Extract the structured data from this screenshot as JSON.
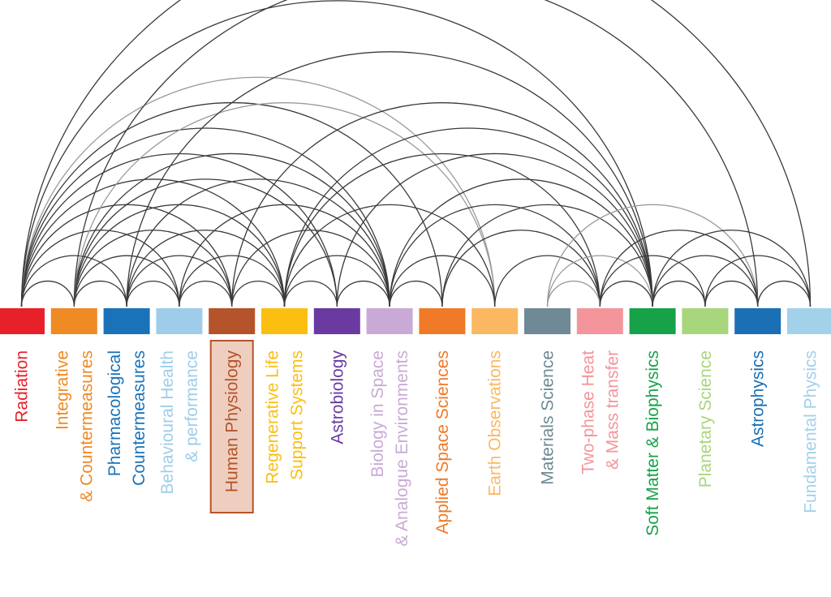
{
  "nodes": [
    {
      "id": "radiation",
      "lines": [
        "Radiation"
      ],
      "color": "#e8202a"
    },
    {
      "id": "integrative",
      "lines": [
        "Integrative",
        "& Countermeasures"
      ],
      "color": "#f08a24"
    },
    {
      "id": "pharmacological",
      "lines": [
        "Pharmacological",
        "Countermeasures"
      ],
      "color": "#1a73b8"
    },
    {
      "id": "behavioural",
      "lines": [
        "Behavioural Health",
        "& performance"
      ],
      "color": "#9fcde9"
    },
    {
      "id": "human-physiology",
      "lines": [
        "Human Physiology"
      ],
      "color": "#b5532a",
      "highlighted": true
    },
    {
      "id": "regenerative",
      "lines": [
        "Regenerative Life",
        "Support Systems"
      ],
      "color": "#fbbf12"
    },
    {
      "id": "astrobiology",
      "lines": [
        "Astrobiology"
      ],
      "color": "#6a3aa0"
    },
    {
      "id": "biology-space",
      "lines": [
        "Biology in Space",
        "& Analogue Environments"
      ],
      "color": "#c9aad6"
    },
    {
      "id": "applied-space",
      "lines": [
        "Applied Space Sciences"
      ],
      "color": "#f07a28"
    },
    {
      "id": "earth-obs",
      "lines": [
        "Earth Observations"
      ],
      "color": "#fbb861"
    },
    {
      "id": "materials",
      "lines": [
        "Materials Science"
      ],
      "color": "#6f8a96"
    },
    {
      "id": "two-phase",
      "lines": [
        "Two-phase Heat",
        "& Mass transfer"
      ],
      "color": "#f3959a"
    },
    {
      "id": "soft-matter",
      "lines": [
        "Soft Matter & Biophysics"
      ],
      "color": "#17a24a"
    },
    {
      "id": "planetary",
      "lines": [
        "Planetary Science"
      ],
      "color": "#a8d67c"
    },
    {
      "id": "astrophysics",
      "lines": [
        "Astrophysics"
      ],
      "color": "#1a6fb5"
    },
    {
      "id": "fundamental",
      "lines": [
        "Fundamental Physics"
      ],
      "color": "#a3d1ea"
    }
  ],
  "highlight_fill": "#eecfbf",
  "highlight_stroke": "#b5532a",
  "edges": [
    [
      0,
      1,
      "d"
    ],
    [
      0,
      2,
      "d"
    ],
    [
      0,
      3,
      "d"
    ],
    [
      0,
      4,
      "d"
    ],
    [
      0,
      5,
      "d"
    ],
    [
      0,
      6,
      "d"
    ],
    [
      0,
      7,
      "d"
    ],
    [
      0,
      8,
      "d"
    ],
    [
      0,
      9,
      "l"
    ],
    [
      0,
      12,
      "d"
    ],
    [
      0,
      15,
      "d"
    ],
    [
      1,
      2,
      "d"
    ],
    [
      1,
      3,
      "d"
    ],
    [
      1,
      4,
      "d"
    ],
    [
      1,
      5,
      "d"
    ],
    [
      1,
      6,
      "d"
    ],
    [
      1,
      7,
      "d"
    ],
    [
      1,
      9,
      "l"
    ],
    [
      1,
      14,
      "d"
    ],
    [
      2,
      3,
      "d"
    ],
    [
      2,
      4,
      "d"
    ],
    [
      2,
      5,
      "d"
    ],
    [
      2,
      7,
      "d"
    ],
    [
      2,
      12,
      "d"
    ],
    [
      3,
      4,
      "d"
    ],
    [
      3,
      5,
      "d"
    ],
    [
      3,
      7,
      "d"
    ],
    [
      4,
      5,
      "d"
    ],
    [
      4,
      7,
      "d"
    ],
    [
      4,
      12,
      "d"
    ],
    [
      5,
      6,
      "d"
    ],
    [
      5,
      7,
      "d"
    ],
    [
      5,
      9,
      "d"
    ],
    [
      5,
      11,
      "d"
    ],
    [
      5,
      12,
      "d"
    ],
    [
      6,
      7,
      "d"
    ],
    [
      6,
      12,
      "d"
    ],
    [
      7,
      8,
      "d"
    ],
    [
      7,
      9,
      "d"
    ],
    [
      7,
      11,
      "d"
    ],
    [
      7,
      12,
      "d"
    ],
    [
      8,
      11,
      "d"
    ],
    [
      8,
      12,
      "d"
    ],
    [
      9,
      11,
      "d"
    ],
    [
      10,
      11,
      "l"
    ],
    [
      10,
      12,
      "l"
    ],
    [
      10,
      14,
      "l"
    ],
    [
      11,
      12,
      "d"
    ],
    [
      11,
      13,
      "d"
    ],
    [
      11,
      14,
      "d"
    ],
    [
      12,
      13,
      "d"
    ],
    [
      12,
      14,
      "d"
    ],
    [
      12,
      15,
      "d"
    ],
    [
      13,
      14,
      "d"
    ],
    [
      13,
      15,
      "d"
    ],
    [
      14,
      15,
      "d"
    ]
  ],
  "edge_colors": {
    "d": "#3a3a3a",
    "l": "#9a9a9a"
  }
}
